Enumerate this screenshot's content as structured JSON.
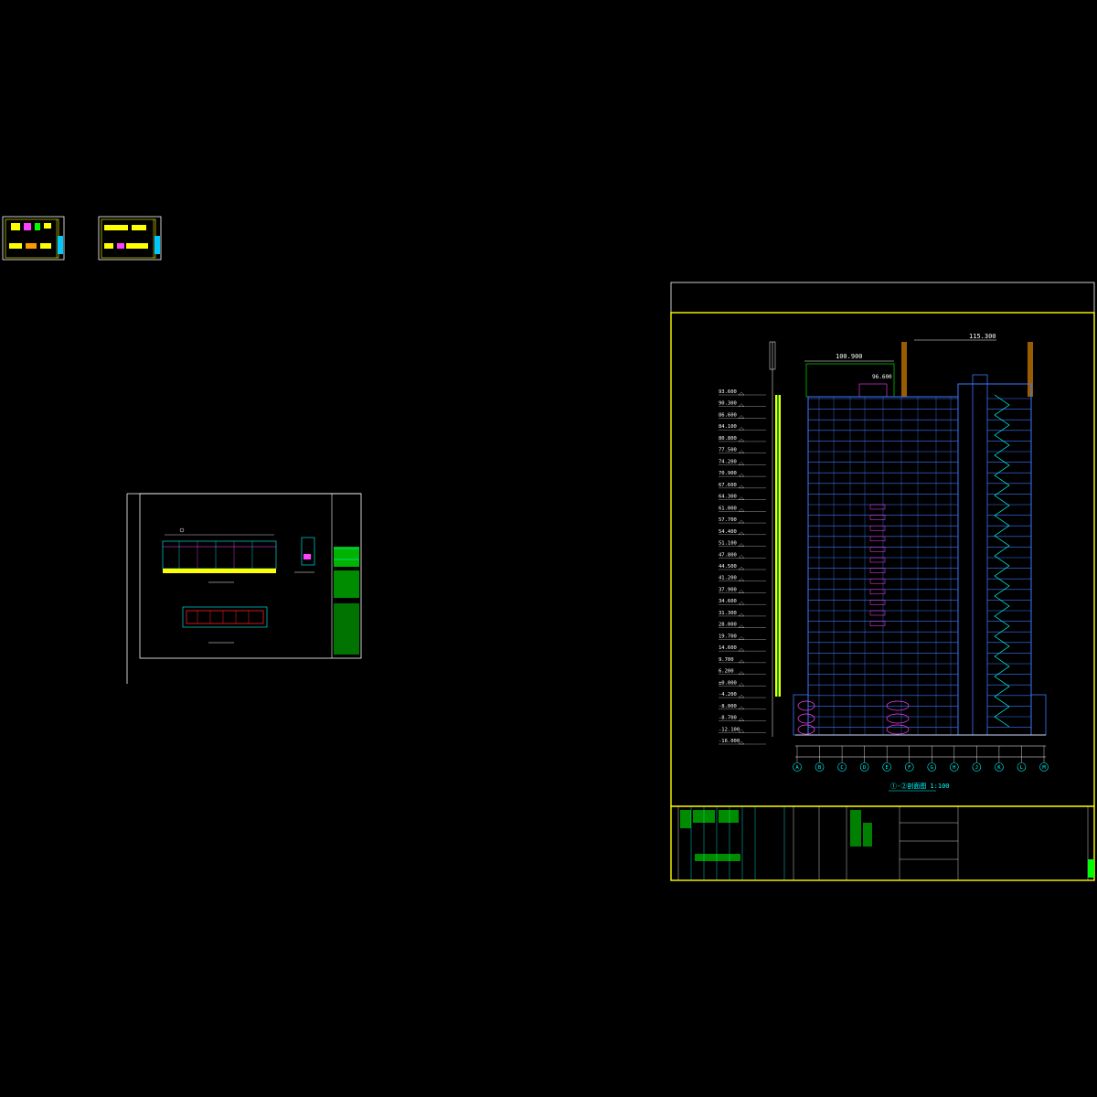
{
  "colors": {
    "background": "#000000",
    "frame": "#ffff00",
    "white": "#ffffff",
    "cyan": "#00ffff",
    "blue": "#3c78ff",
    "magenta": "#ff40ff",
    "green": "#00ff00",
    "red": "#ff2020"
  },
  "section": {
    "elevation_labels": [
      "93.600",
      "90.300",
      "86.600",
      "84.100",
      "80.800",
      "77.500",
      "74.200",
      "70.900",
      "67.600",
      "64.300",
      "61.000",
      "57.700",
      "54.400",
      "51.100",
      "47.800",
      "44.500",
      "41.200",
      "37.900",
      "34.600",
      "31.300",
      "28.000",
      "19.700",
      "14.600",
      "9.700",
      "6.200",
      "±0.000",
      "-4.200",
      "-8.000",
      "-8.700",
      "-12.100",
      "-16.000"
    ],
    "top_levels": [
      "115.300",
      "100.900",
      "96.600"
    ],
    "axis_labels": [
      "A",
      "B",
      "C",
      "D",
      "E",
      "F",
      "G",
      "H",
      "J",
      "K",
      "L",
      "M"
    ],
    "title": "①-②剖面图 1:100"
  }
}
